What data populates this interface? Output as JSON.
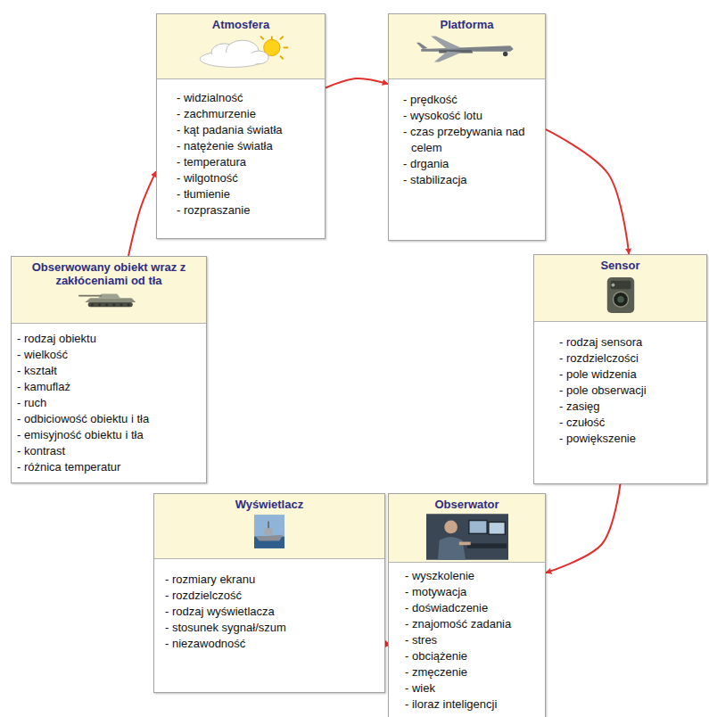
{
  "diagram": {
    "nodes": [
      {
        "text": [
          "Obserwowany obiekt wraz z zakłóceniami od tła",
          "- rodzaj obiektu",
          "- wielkość",
          "- kształt",
          "- kamuflaż",
          "- ruch",
          "- odbiciowość obiektu i tła",
          "- emisyjność obiektu i tła",
          "- kontrast",
          "- różnica temperatur"
        ]
      },
      {
        "text": [
          "Atmosfera",
          "- widzialność",
          "- zachmurzenie",
          "- kąt padania światła",
          "- natężenie światła",
          "- temperatura",
          "- wilgotność",
          "- tłumienie",
          "- rozpraszanie"
        ]
      },
      {
        "text": [
          "Platforma",
          "- prędkość",
          "- wysokość lotu",
          "- czas przebywania nad celem",
          "- drgania",
          "- stabilizacja"
        ]
      },
      {
        "text": [
          "Sensor",
          "- rodzaj sensora",
          "- rozdzielczości",
          "- pole widzenia",
          "- pole obserwacji",
          "- zasięg",
          "- czułość",
          "- powiększenie"
        ]
      },
      {
        "text": [
          "Obserwator",
          "- wyszkolenie",
          "- motywacja",
          "- doświadczenie",
          "- znajomość zadania",
          "- stres",
          "- obciążenie",
          "- zmęczenie",
          "- wiek",
          "- iloraz inteligencji"
        ]
      },
      {
        "text": [
          "Wyświetlacz",
          "- rozmiary ekranu",
          "- rozdzielczość",
          "- rodzaj wyświetlacza",
          "- stosunek sygnał/szum",
          "- niezawodność"
        ]
      }
    ],
    "edges": [
      {
        "from": 0,
        "to": 1,
        "arrow": "to"
      },
      {
        "from": 1,
        "to": 2,
        "arrow": "to"
      },
      {
        "from": 2,
        "to": 3,
        "arrow": "to"
      },
      {
        "from": 3,
        "to": 4,
        "arrow": "to"
      },
      {
        "from": 4,
        "to": 5,
        "arrow": "to"
      }
    ]
  }
}
